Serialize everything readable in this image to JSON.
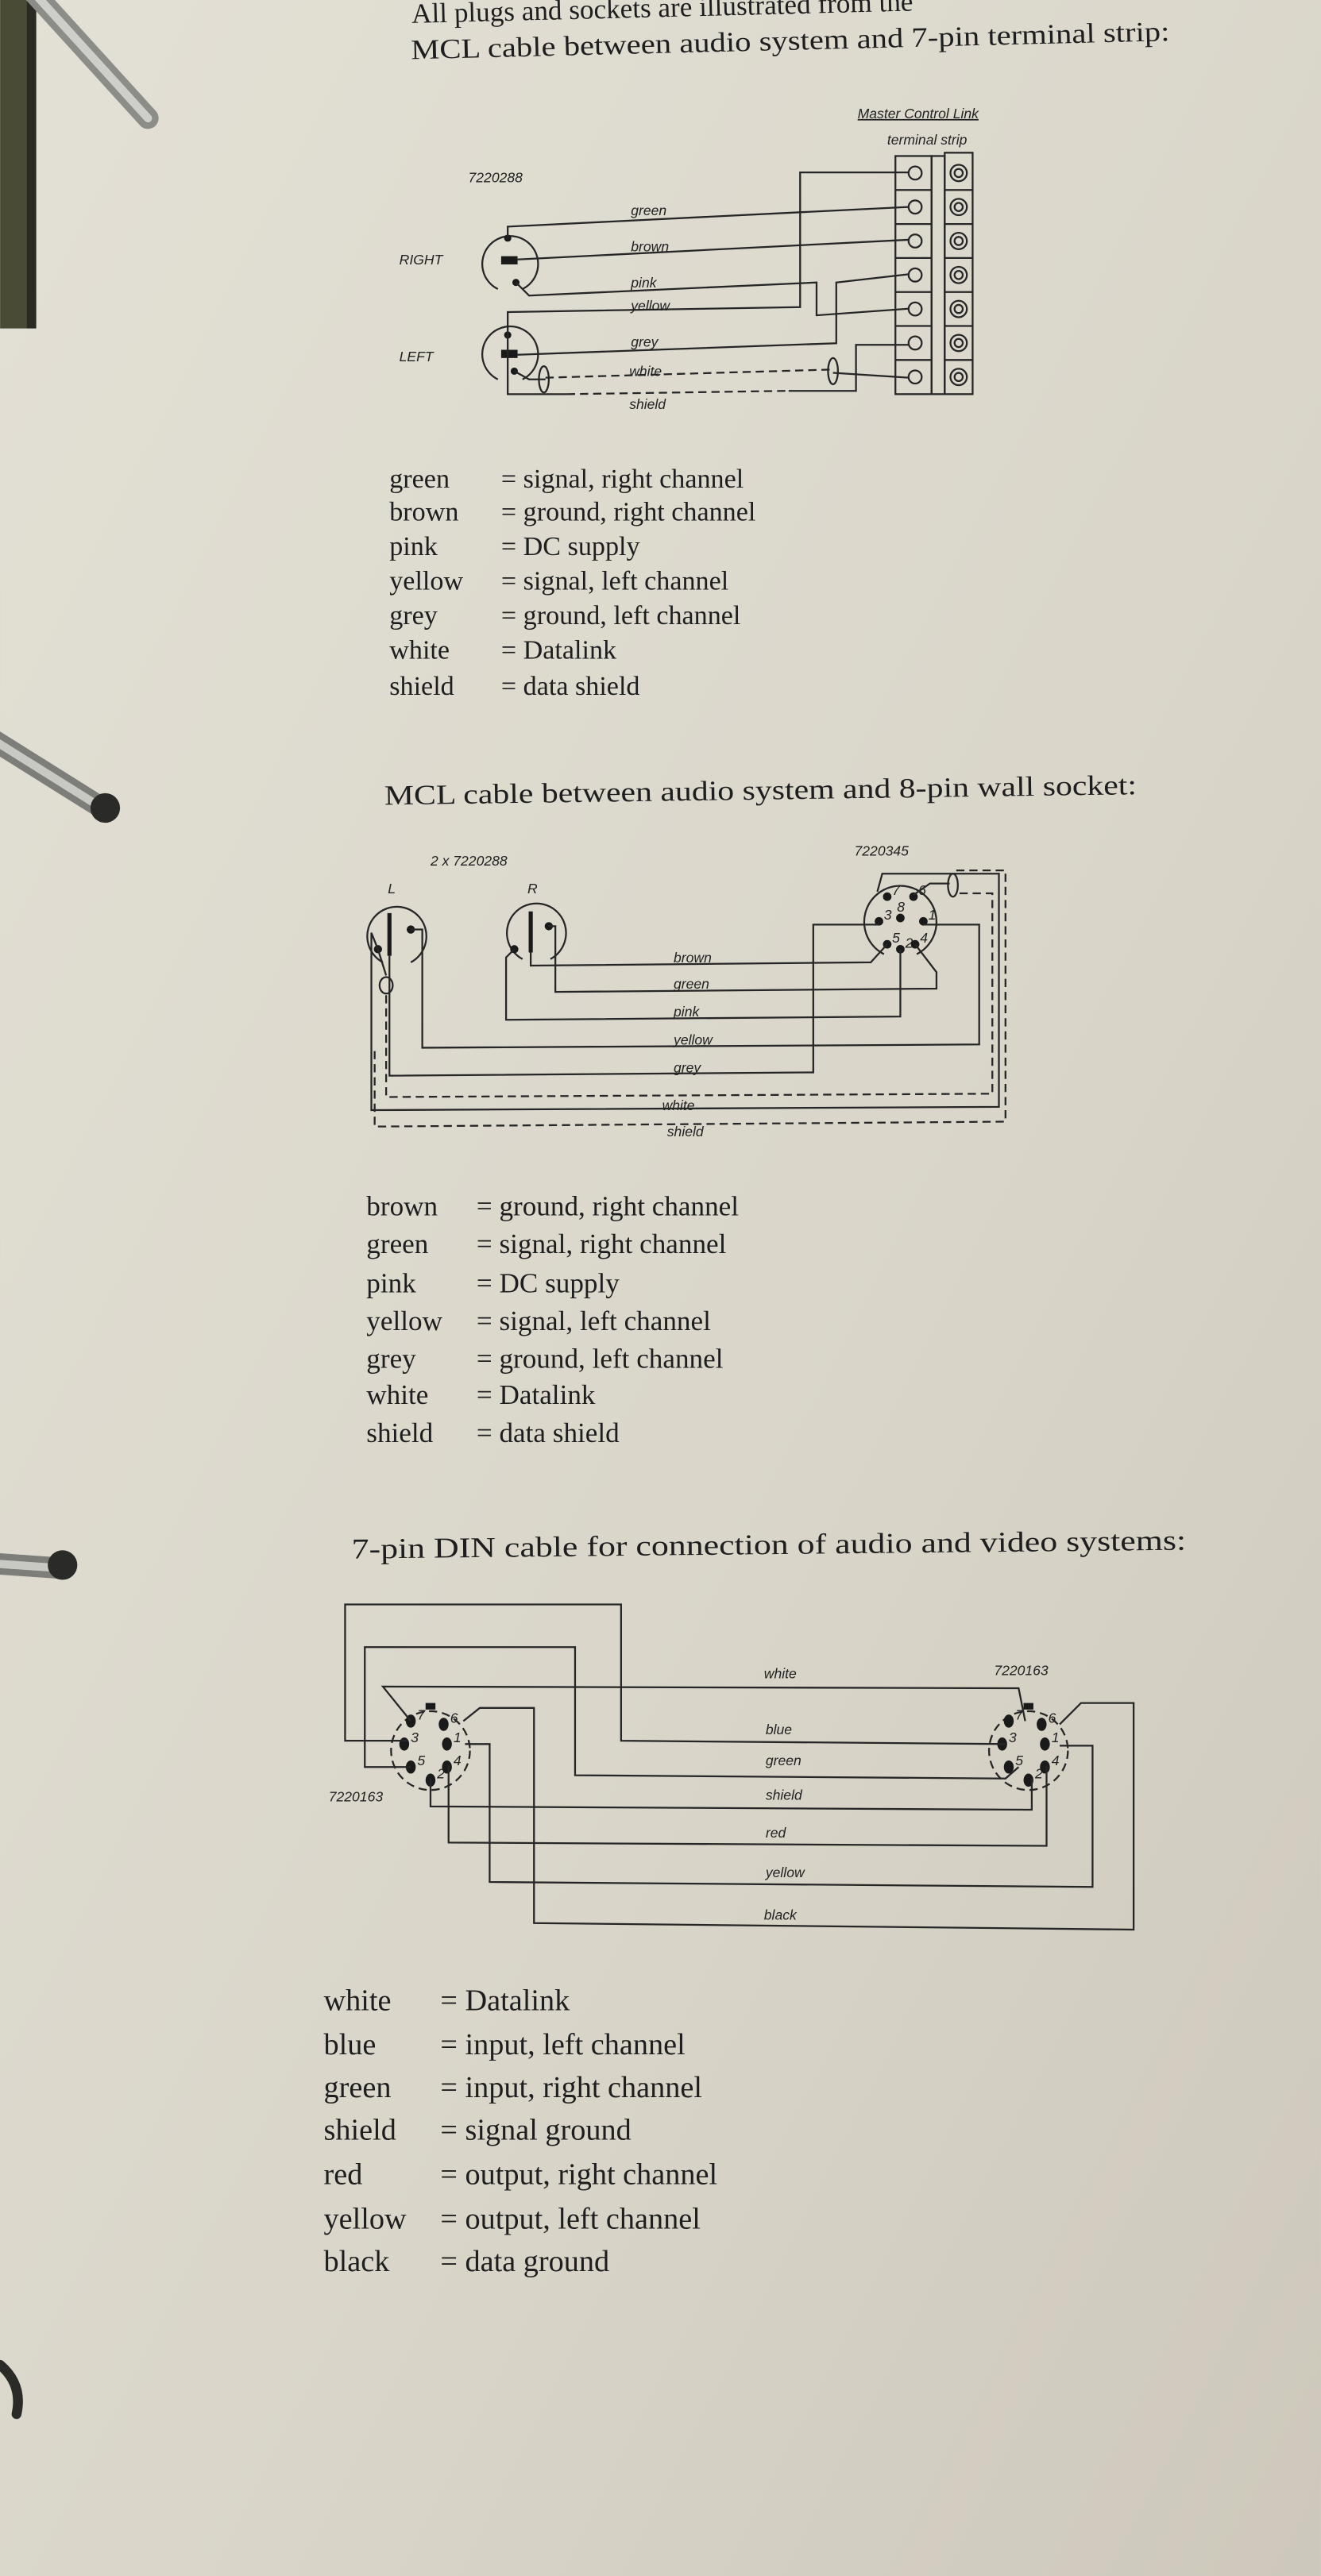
{
  "intro": "All plugs and sockets are illustrated from the",
  "sections": [
    {
      "heading": "MCL cable between audio system and 7-pin terminal strip:",
      "diagram": {
        "strip_title": "Master Control Link",
        "strip_subtitle": "terminal strip",
        "part_number": "7220288",
        "right_label": "RIGHT",
        "left_label": "LEFT",
        "wires": [
          "green",
          "brown",
          "pink",
          "yellow",
          "grey",
          "white",
          "shield"
        ]
      },
      "legend": [
        {
          "color": "green",
          "meaning": "= signal, right channel"
        },
        {
          "color": "brown",
          "meaning": "= ground, right channel"
        },
        {
          "color": "pink",
          "meaning": "= DC supply"
        },
        {
          "color": "yellow",
          "meaning": "= signal, left channel"
        },
        {
          "color": "grey",
          "meaning": "= ground, left channel"
        },
        {
          "color": "white",
          "meaning": "= Datalink"
        },
        {
          "color": "shield",
          "meaning": "= data shield"
        }
      ]
    },
    {
      "heading": "MCL cable between audio system and 8-pin wall socket:",
      "diagram": {
        "plug_part": "2 x 7220288",
        "socket_part": "7220345",
        "l_label": "L",
        "r_label": "R",
        "pins": [
          "7",
          "6",
          "8",
          "3",
          "1",
          "5",
          "2",
          "4"
        ],
        "wires": [
          "brown",
          "green",
          "pink",
          "yellow",
          "grey",
          "white",
          "shield"
        ]
      },
      "legend": [
        {
          "color": "brown",
          "meaning": "= ground, right channel"
        },
        {
          "color": "green",
          "meaning": "= signal, right channel"
        },
        {
          "color": "pink",
          "meaning": "= DC supply"
        },
        {
          "color": "yellow",
          "meaning": "= signal, left channel"
        },
        {
          "color": "grey",
          "meaning": "= ground, left channel"
        },
        {
          "color": "white",
          "meaning": "= Datalink"
        },
        {
          "color": "shield",
          "meaning": "= data shield"
        }
      ]
    },
    {
      "heading": "7-pin DIN cable for connection of audio and video systems:",
      "diagram": {
        "left_part": "7220163",
        "right_part": "7220163",
        "pins": [
          "7",
          "6",
          "3",
          "1",
          "5",
          "2",
          "4"
        ],
        "wires": [
          "white",
          "blue",
          "green",
          "shield",
          "red",
          "yellow",
          "black"
        ]
      },
      "legend": [
        {
          "color": "white",
          "meaning": "= Datalink"
        },
        {
          "color": "blue",
          "meaning": "= input, left channel"
        },
        {
          "color": "green",
          "meaning": "= input, right channel"
        },
        {
          "color": "shield",
          "meaning": "= signal ground"
        },
        {
          "color": "red",
          "meaning": "= output, right channel"
        },
        {
          "color": "yellow",
          "meaning": "= output, left channel"
        },
        {
          "color": "black",
          "meaning": "= data ground"
        }
      ]
    }
  ]
}
